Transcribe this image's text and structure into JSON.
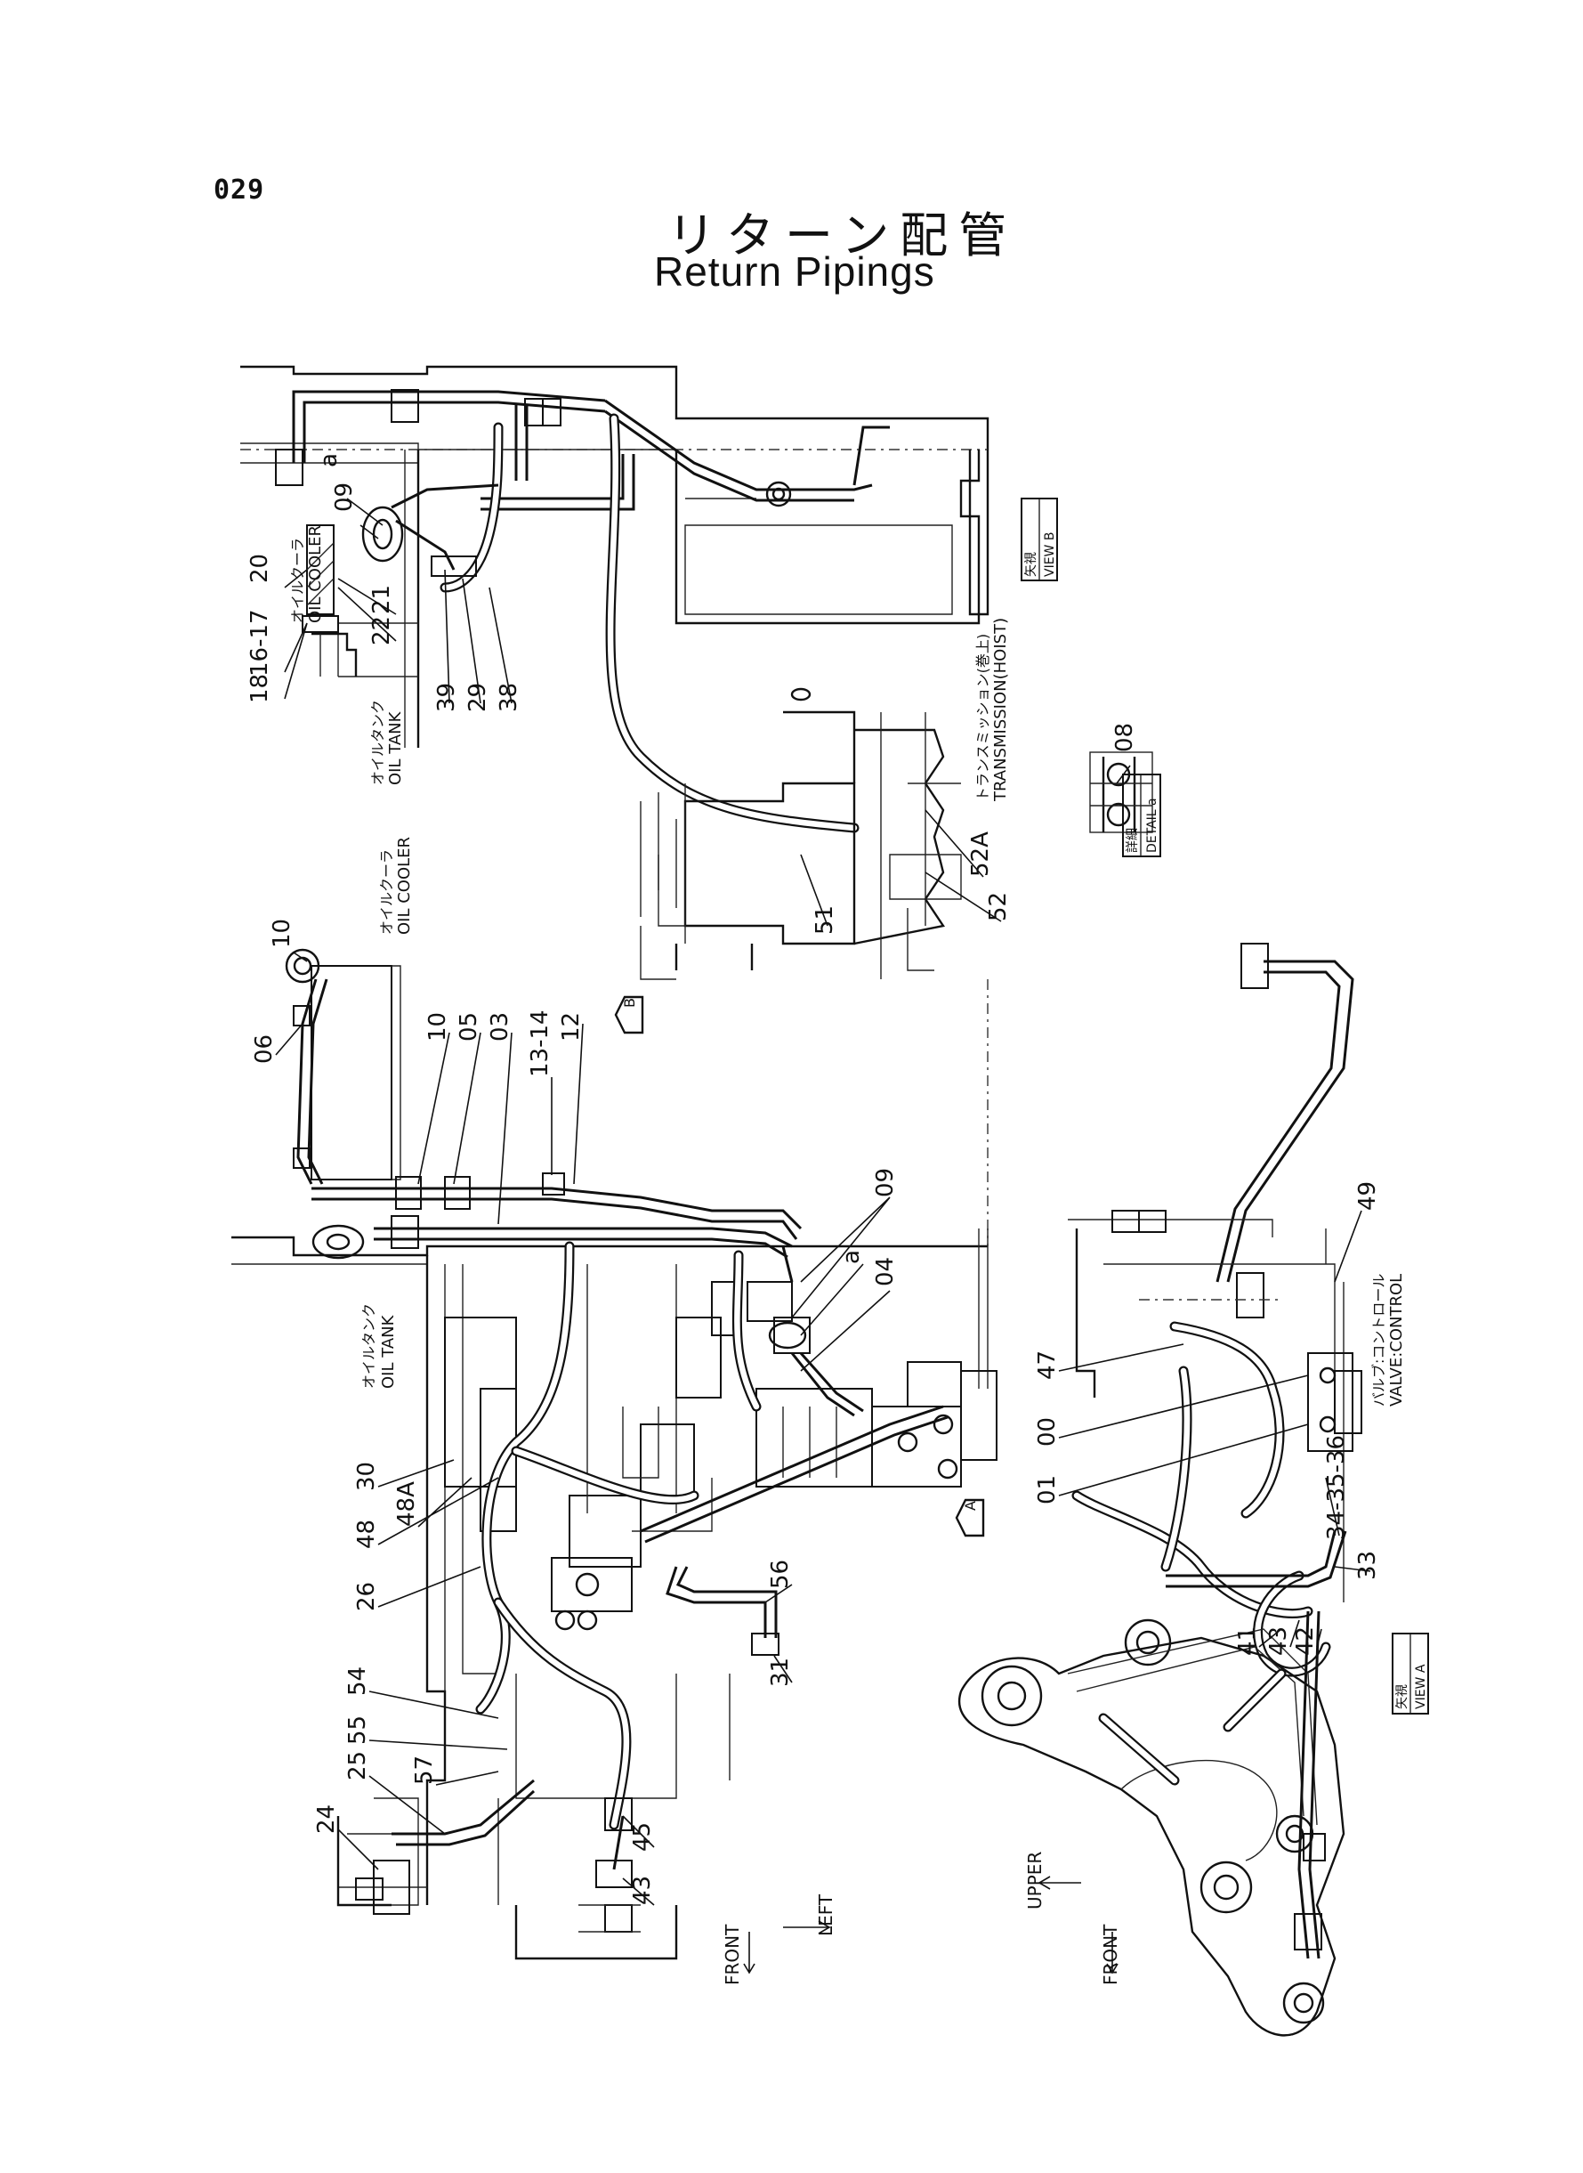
{
  "page_number": "029",
  "title_ja": "リターン配管",
  "title_en": "Return Pipings",
  "labels": {
    "oil_cooler_ja": "オイルクーラ",
    "oil_cooler_en": "OIL COOLER",
    "oil_tank_ja": "オイルタンク",
    "oil_tank_en": "OIL TANK",
    "transmission_ja": "トランスミッション(巻上)",
    "transmission_en": "TRANSMISSION(HOIST)",
    "valve_ja": "バルブ:コントロール",
    "valve_en": "VALVE:CONTROL",
    "view_b_ja": "矢視",
    "view_b_en": "VIEW B",
    "view_a_ja": "矢視",
    "view_a_en": "VIEW A",
    "detail_a_ja": "詳細",
    "detail_a_en": "DETAIL a",
    "front": "FRONT",
    "left": "LEFT",
    "upper": "UPPER",
    "arrow_a": "A",
    "arrow_b": "B",
    "detail_mark": "a"
  },
  "part_numbers": {
    "top": [
      "a",
      "09",
      "20",
      "21",
      "22",
      "16-17",
      "18",
      "39",
      "29",
      "38",
      "08",
      "52A",
      "52",
      "51"
    ],
    "main": [
      "10",
      "10",
      "05",
      "03",
      "06",
      "13-14",
      "12",
      "09",
      "a",
      "04",
      "30",
      "48A",
      "48",
      "26",
      "56",
      "31",
      "54",
      "55",
      "57",
      "25",
      "24",
      "43",
      "45"
    ],
    "view_a": [
      "49",
      "47",
      "00",
      "01",
      "34-35-36",
      "33",
      "41",
      "43",
      "42"
    ]
  }
}
